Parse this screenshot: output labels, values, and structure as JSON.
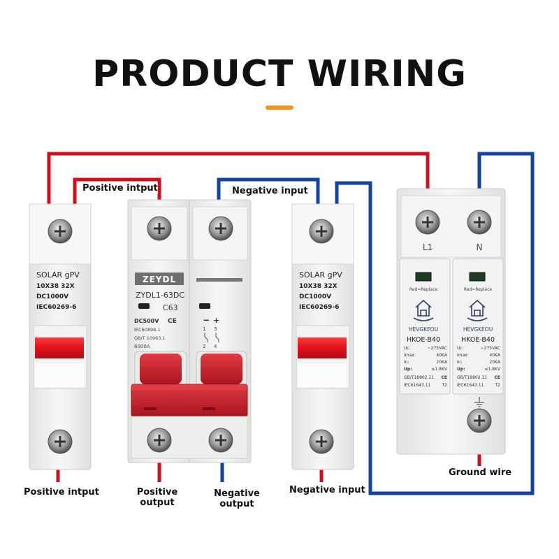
{
  "header": {
    "title": "PRODUCT WIRING",
    "accent_color": "#f5921e"
  },
  "colors": {
    "positive_wire": "#d0101b",
    "negative_wire": "#1443a0",
    "breaker_handle": "#c8202c",
    "device_body": "#eef0ee"
  },
  "labels": {
    "positive_input_top": "Positive intput",
    "negative_input_top": "Negative input",
    "positive_input_bottom": "Positive intput",
    "positive_output_line1": "Positive",
    "positive_output_line2": "output",
    "negative_output_line1": "Negative",
    "negative_output_line2": "output",
    "negative_input_bottom": "Negative input",
    "ground_wire": "Ground wire"
  },
  "fuse_holder": {
    "line1": "SOLAR gPV",
    "line2": "10X38  32X",
    "line3": "DC1000V",
    "line4": "IEC60269-6"
  },
  "breaker": {
    "brand": "ZEYDL",
    "model": "ZYDL1-63DC",
    "rating": "C63",
    "voltage": "DC500V",
    "ce": "CE",
    "std1": "IEC60898-1",
    "std2": "GB/T 10963.1",
    "capacity": "6000A",
    "minus": "−",
    "plus": "+",
    "terminal_top_left": "1",
    "terminal_top_right": "3",
    "terminal_bottom_left": "2",
    "terminal_bottom_right": "4"
  },
  "spd": {
    "terminal_l": "L1",
    "terminal_n": "N",
    "replace_text": "Red=Replace",
    "brand": "HEVGKEOU",
    "model": "HKOE-B40",
    "uc_label": "Uc:",
    "uc_value": "~275VAC",
    "imax_label": "Imax:",
    "imax_value": "40KA",
    "in_label": "In:",
    "in_value": "20KA",
    "up_label": "Up:",
    "up_value": "≤1.8KV",
    "std1": "GB/T18802.11",
    "ce": "CE",
    "std2": "IEC61643.11",
    "class": "T2"
  }
}
